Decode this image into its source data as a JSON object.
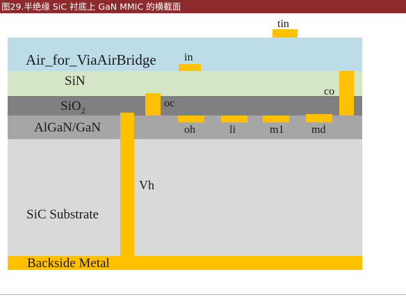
{
  "caption": "图29.半绝缘  SiC  衬底上 GaN MMIC  的横截面",
  "layers": {
    "air": "Air_for_ViaAirBridge",
    "sin": "SiN",
    "sio2": "SiO",
    "sio2_sub": "2",
    "algan": "AlGaN/GaN",
    "substrate": "SiC Substrate",
    "backside": "Backside Metal"
  },
  "metals": {
    "tin": "tin",
    "in": "in",
    "co": "co",
    "oc": "oc",
    "oh": "oh",
    "li": "li",
    "m1": "m1",
    "md": "md",
    "vh": "Vh"
  },
  "colors": {
    "caption_bar": "#8c2a2e",
    "air": "#bcdde8",
    "sin": "#d5e6c4",
    "sio2": "#808080",
    "algan": "#a6a6a6",
    "substrate": "#d9d9d9",
    "metal": "#ffc000"
  }
}
